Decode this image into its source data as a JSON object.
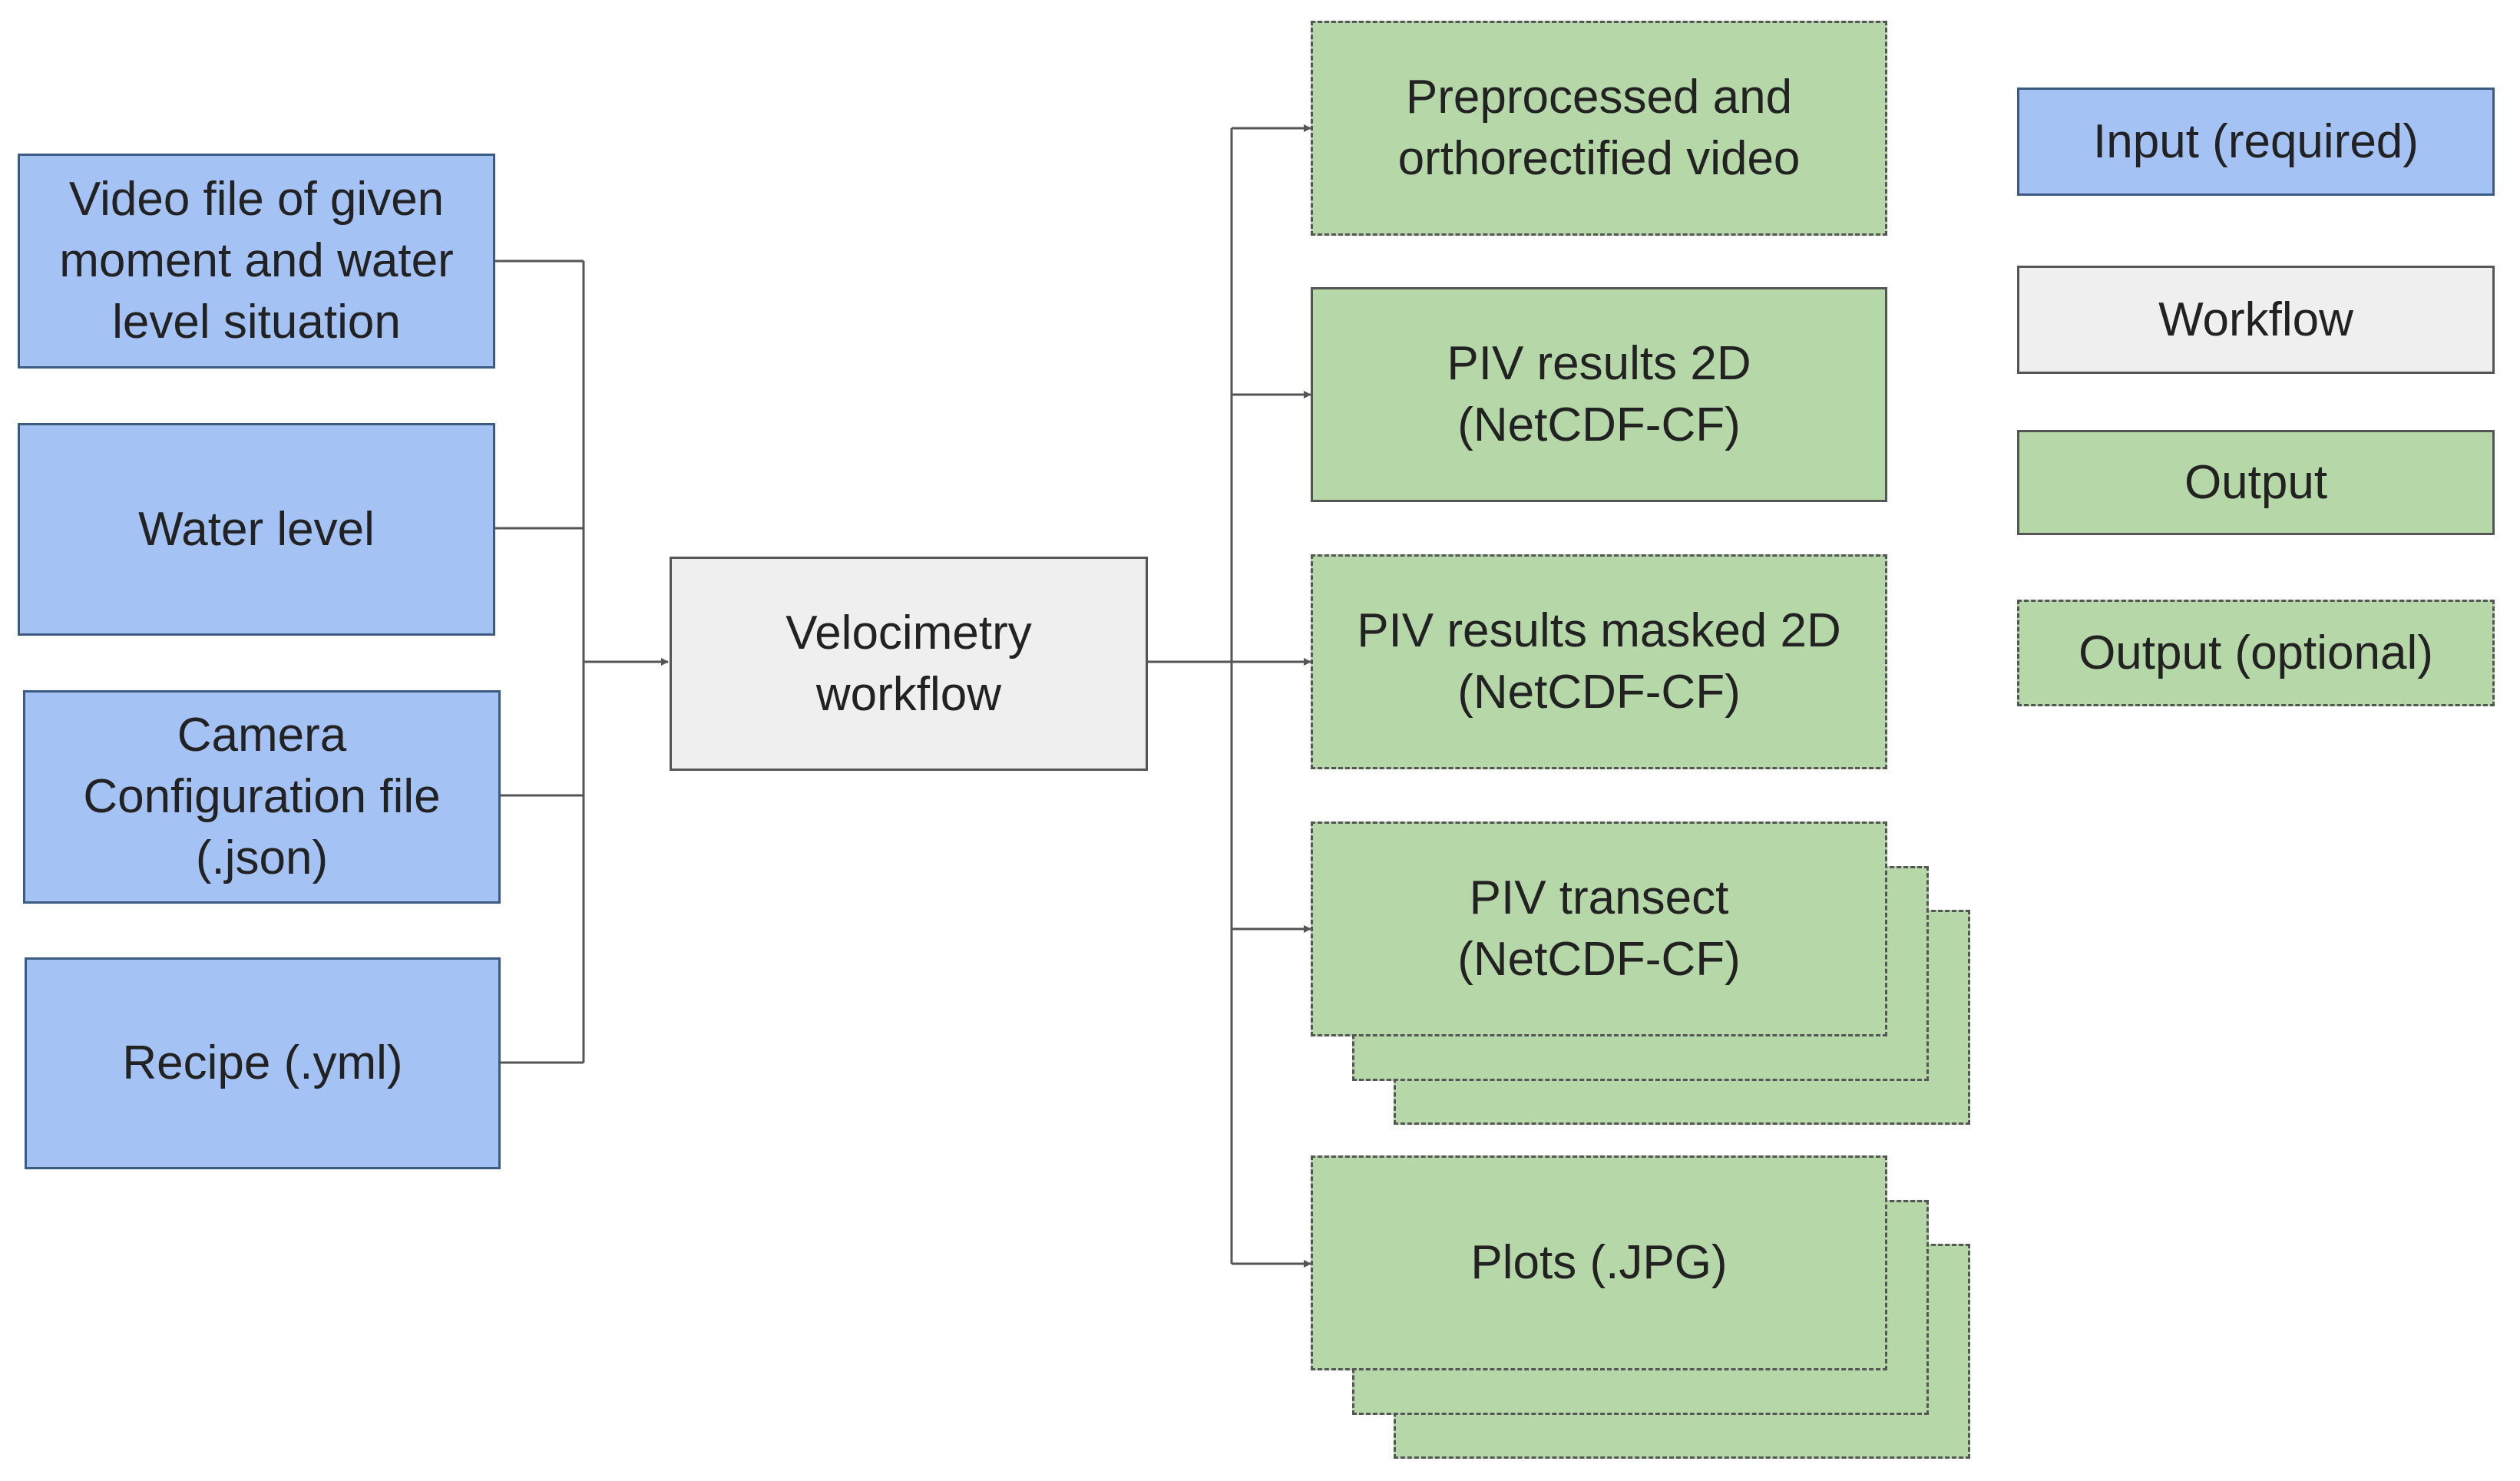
{
  "inputs": [
    "Video file of given\nmoment and water\nlevel situation",
    "Water level",
    "Camera\nConfiguration file\n(.json)",
    "Recipe (.yml)"
  ],
  "workflow": "Velocimetry\nworkflow",
  "outputs": {
    "preprocessed": "Preprocessed and\northorectified video",
    "piv_2d": "PIV results 2D\n(NetCDF-CF)",
    "piv_masked": "PIV results masked 2D\n(NetCDF-CF)",
    "piv_transect": "PIV transect\n(NetCDF-CF)",
    "plots": "Plots (.JPG)"
  },
  "legend": {
    "input": "Input (required)",
    "workflow": "Workflow",
    "output": "Output",
    "output_optional": "Output (optional)"
  },
  "colors": {
    "input": "#a4c2f4",
    "workflow": "#efefef",
    "output": "#b6d7a8",
    "connector": "#555555"
  }
}
